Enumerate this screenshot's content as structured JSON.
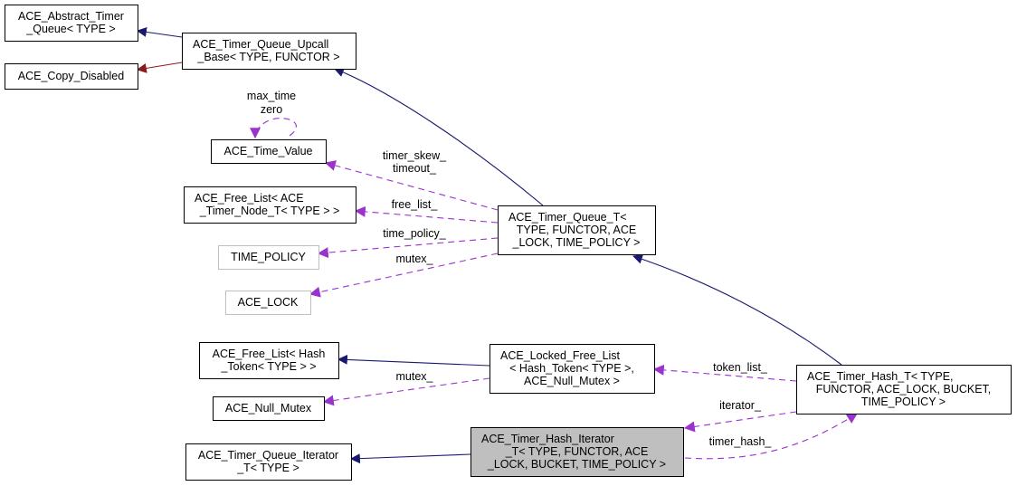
{
  "diagram": {
    "nodes": [
      {
        "id": "abstract_timer_queue",
        "lines": [
          "ACE_Abstract_Timer",
          "_Queue< TYPE >"
        ],
        "style": "class"
      },
      {
        "id": "copy_disabled",
        "lines": [
          "ACE_Copy_Disabled"
        ],
        "style": "class"
      },
      {
        "id": "upcall_base",
        "lines": [
          "ACE_Timer_Queue_Upcall",
          "_Base< TYPE, FUNCTOR >"
        ],
        "style": "class"
      },
      {
        "id": "time_value",
        "lines": [
          "ACE_Time_Value"
        ],
        "style": "class"
      },
      {
        "id": "free_list_node",
        "lines": [
          "ACE_Free_List< ACE",
          "_Timer_Node_T< TYPE > >"
        ],
        "style": "class"
      },
      {
        "id": "time_policy",
        "lines": [
          "TIME_POLICY"
        ],
        "style": "external"
      },
      {
        "id": "ace_lock",
        "lines": [
          "ACE_LOCK"
        ],
        "style": "external"
      },
      {
        "id": "timer_queue_t",
        "lines": [
          "ACE_Timer_Queue_T<",
          "TYPE, FUNCTOR, ACE",
          "_LOCK, TIME_POLICY >"
        ],
        "style": "class"
      },
      {
        "id": "free_list_hash",
        "lines": [
          "ACE_Free_List< Hash",
          "_Token< TYPE > >"
        ],
        "style": "class"
      },
      {
        "id": "locked_free_list",
        "lines": [
          "ACE_Locked_Free_List",
          "< Hash_Token< TYPE >,",
          "ACE_Null_Mutex >"
        ],
        "style": "class"
      },
      {
        "id": "null_mutex",
        "lines": [
          "ACE_Null_Mutex"
        ],
        "style": "class"
      },
      {
        "id": "timer_hash_t",
        "lines": [
          "ACE_Timer_Hash_T< TYPE,",
          "FUNCTOR, ACE_LOCK, BUCKET,",
          "TIME_POLICY >"
        ],
        "style": "class"
      },
      {
        "id": "queue_iterator_t",
        "lines": [
          "ACE_Timer_Queue_Iterator",
          "_T< TYPE >"
        ],
        "style": "class"
      },
      {
        "id": "hash_iterator_t",
        "lines": [
          "ACE_Timer_Hash_Iterator",
          "_T< TYPE, FUNCTOR, ACE",
          "_LOCK, BUCKET, TIME_POLICY >"
        ],
        "style": "focus"
      }
    ],
    "edges": [
      {
        "from": "upcall_base",
        "to": "abstract_timer_queue",
        "kind": "inheritance",
        "labels": []
      },
      {
        "from": "upcall_base",
        "to": "copy_disabled",
        "kind": "private-inheritance",
        "labels": []
      },
      {
        "from": "time_value",
        "to": "time_value",
        "kind": "usage",
        "labels": [
          "max_time",
          "zero"
        ]
      },
      {
        "from": "timer_queue_t",
        "to": "upcall_base",
        "kind": "inheritance",
        "labels": []
      },
      {
        "from": "timer_queue_t",
        "to": "time_value",
        "kind": "usage",
        "labels": [
          "timer_skew_",
          "timeout_"
        ]
      },
      {
        "from": "timer_queue_t",
        "to": "free_list_node",
        "kind": "usage",
        "labels": [
          "free_list_"
        ]
      },
      {
        "from": "timer_queue_t",
        "to": "time_policy",
        "kind": "usage",
        "labels": [
          "time_policy_"
        ]
      },
      {
        "from": "timer_queue_t",
        "to": "ace_lock",
        "kind": "usage",
        "labels": [
          "mutex_"
        ]
      },
      {
        "from": "locked_free_list",
        "to": "free_list_hash",
        "kind": "inheritance",
        "labels": []
      },
      {
        "from": "locked_free_list",
        "to": "null_mutex",
        "kind": "usage",
        "labels": [
          "mutex_"
        ]
      },
      {
        "from": "timer_hash_t",
        "to": "timer_queue_t",
        "kind": "inheritance",
        "labels": []
      },
      {
        "from": "timer_hash_t",
        "to": "locked_free_list",
        "kind": "usage",
        "labels": [
          "token_list_"
        ]
      },
      {
        "from": "timer_hash_t",
        "to": "hash_iterator_t",
        "kind": "usage",
        "labels": [
          "iterator_"
        ]
      },
      {
        "from": "hash_iterator_t",
        "to": "queue_iterator_t",
        "kind": "inheritance",
        "labels": []
      },
      {
        "from": "hash_iterator_t",
        "to": "timer_hash_t",
        "kind": "usage",
        "labels": [
          "timer_hash_"
        ]
      }
    ],
    "colors": {
      "inheritance": "#191970",
      "private_inheritance": "#8b1a1a",
      "usage": "#9a32cd",
      "focus_fill": "#bfbfbf",
      "external_border": "#bfbfbf"
    }
  }
}
